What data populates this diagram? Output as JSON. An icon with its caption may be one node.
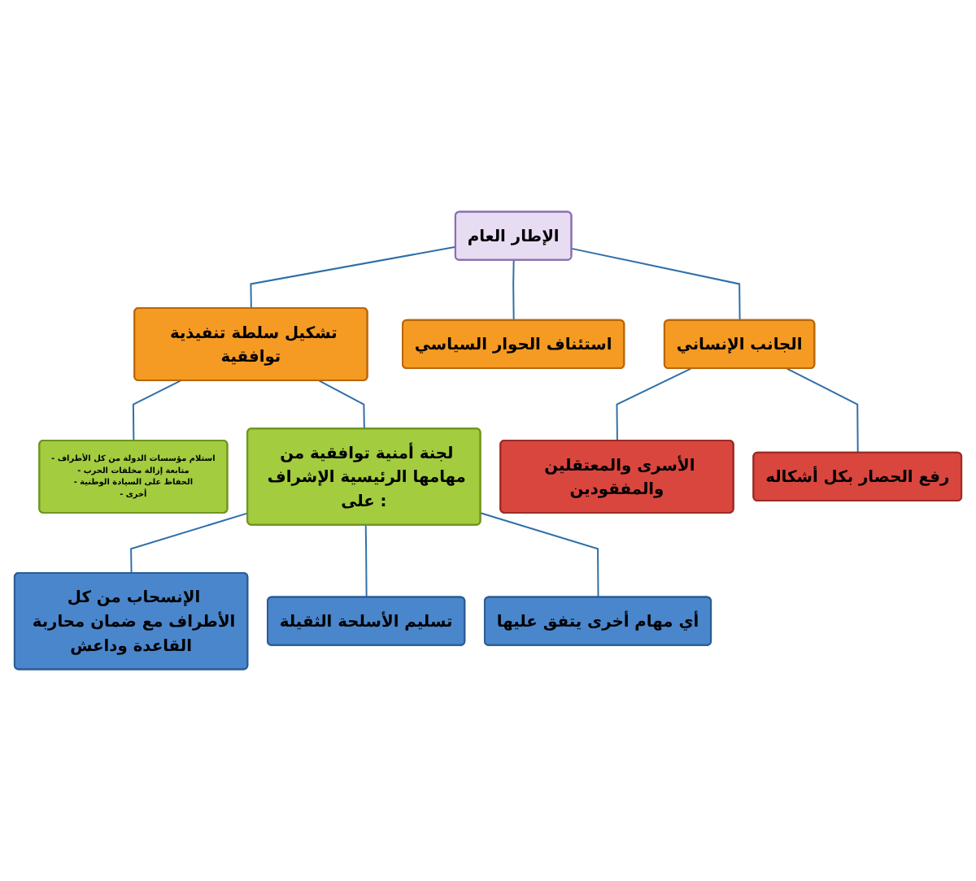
{
  "diagram": {
    "nodes": [
      {
        "text": [
          "الإطار العام"
        ]
      },
      {
        "text": [
          "تشكيل سلطة تنفيذية توافقية"
        ]
      },
      {
        "text": [
          "استئناف الحوار السياسي"
        ]
      },
      {
        "text": [
          "الجانب الإنساني"
        ]
      },
      {
        "text": [
          "- استلام مؤسسات الدولة من كل الأطراف",
          "- متابعة إزالة مخلفات الحرب",
          "- الحفاظ على السيادة الوطنية",
          "- أخرى"
        ]
      },
      {
        "text": [
          "لجنة أمنية توافقية من مهامها الرئيسية الإشراف على :"
        ]
      },
      {
        "text": [
          "الأسرى والمعتقلين والمفقودين"
        ]
      },
      {
        "text": [
          "رفع الحصار بكل أشكاله"
        ]
      },
      {
        "text": [
          "الإنسحاب من كل الأطراف مع ضمان محاربة القاعدة وداعش"
        ]
      },
      {
        "text": [
          "تسليم الأسلحة الثقيلة"
        ]
      },
      {
        "text": [
          "أي مهام أخرى يتفق عليها"
        ]
      }
    ],
    "edges": [
      {
        "from": 0,
        "to": 1,
        "arrow": "none"
      },
      {
        "from": 0,
        "to": 2,
        "arrow": "none"
      },
      {
        "from": 0,
        "to": 3,
        "arrow": "none"
      },
      {
        "from": 1,
        "to": 4,
        "arrow": "none"
      },
      {
        "from": 1,
        "to": 5,
        "arrow": "none"
      },
      {
        "from": 3,
        "to": 6,
        "arrow": "none"
      },
      {
        "from": 3,
        "to": 7,
        "arrow": "none"
      },
      {
        "from": 5,
        "to": 8,
        "arrow": "none"
      },
      {
        "from": 5,
        "to": 9,
        "arrow": "none"
      },
      {
        "from": 5,
        "to": 10,
        "arrow": "none"
      }
    ]
  }
}
